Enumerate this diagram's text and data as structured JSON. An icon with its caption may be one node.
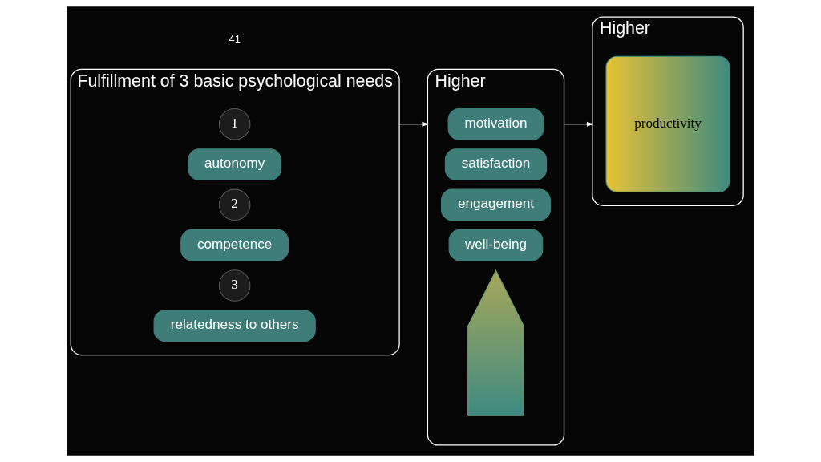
{
  "diagram": {
    "nodes": [
      {
        "text": [
          "Fulfillment of 3 basic psychological needs"
        ]
      },
      {
        "text": [
          "1"
        ],
        "in": 0
      },
      {
        "text": [
          "autonomy"
        ],
        "in": 0
      },
      {
        "text": [
          "2"
        ],
        "in": 0
      },
      {
        "text": [
          "competence"
        ],
        "in": 0
      },
      {
        "text": [
          "3"
        ],
        "in": 0
      },
      {
        "text": [
          "relatedness to others"
        ],
        "in": 0
      },
      {
        "text": [
          "Higher"
        ]
      },
      {
        "text": [
          "motivation"
        ],
        "in": 7
      },
      {
        "text": [
          "satisfaction"
        ],
        "in": 7
      },
      {
        "text": [
          "engagement"
        ],
        "in": 7
      },
      {
        "text": [
          "well-being"
        ],
        "in": 7
      },
      {
        "text": [],
        "shape": "arrow",
        "in": 7
      },
      {
        "text": [
          "Higher"
        ]
      },
      {
        "text": [
          "productivity"
        ],
        "in": 13
      }
    ],
    "edges": [
      {
        "from": 0,
        "to": 7,
        "arrow": "to"
      },
      {
        "from": 7,
        "to": 13,
        "arrow": "to"
      }
    ],
    "labels": [
      "41"
    ]
  }
}
